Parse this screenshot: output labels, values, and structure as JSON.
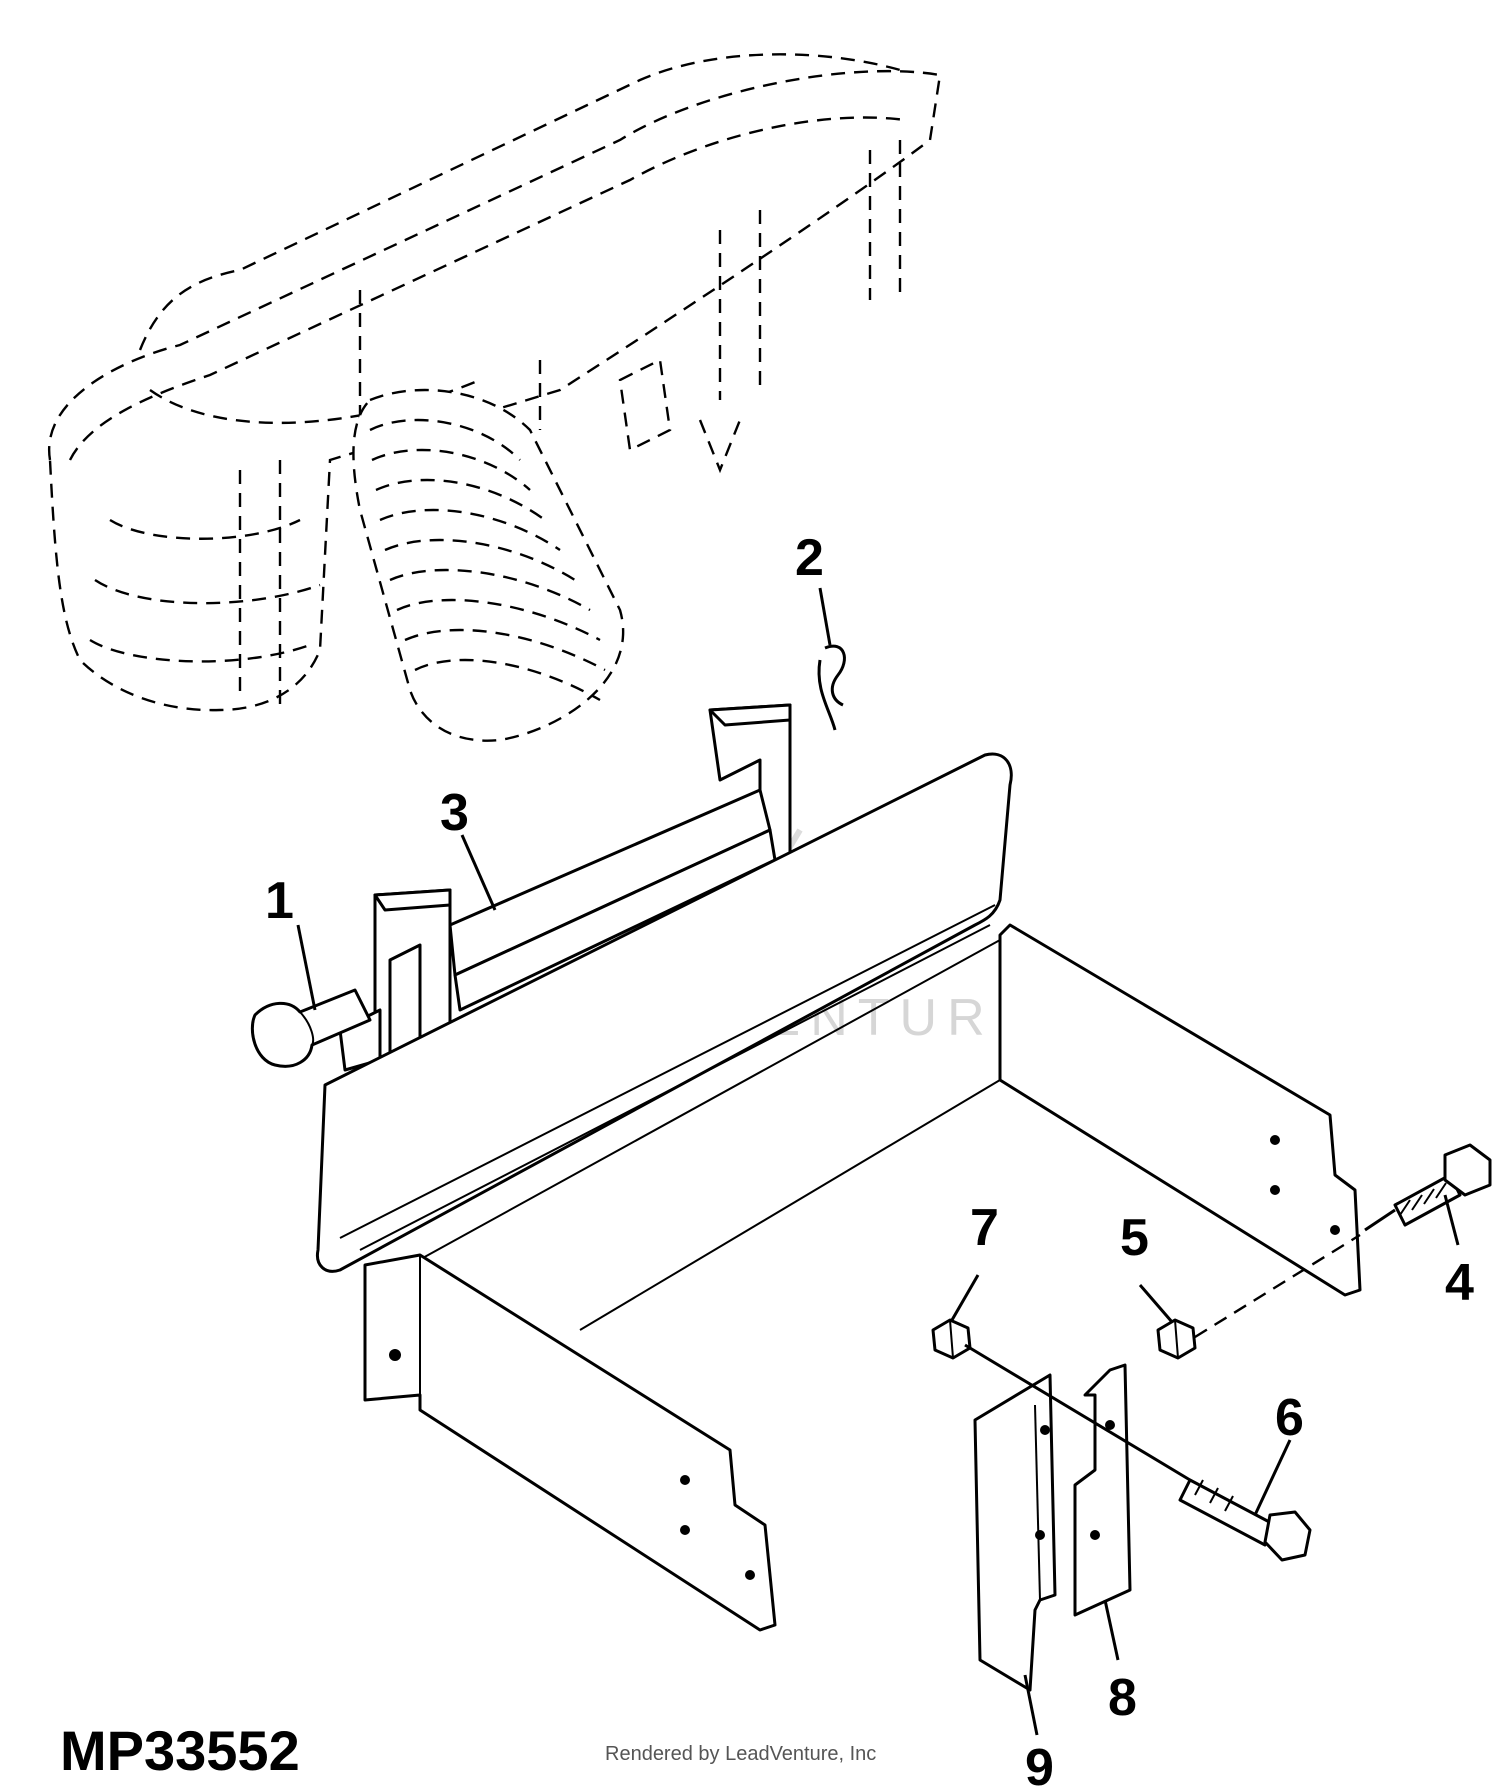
{
  "diagram": {
    "callouts": [
      {
        "id": "1",
        "label": "1"
      },
      {
        "id": "2",
        "label": "2"
      },
      {
        "id": "3",
        "label": "3"
      },
      {
        "id": "4",
        "label": "4"
      },
      {
        "id": "5",
        "label": "5"
      },
      {
        "id": "6",
        "label": "6"
      },
      {
        "id": "7",
        "label": "7"
      },
      {
        "id": "8",
        "label": "8"
      },
      {
        "id": "9",
        "label": "9"
      }
    ],
    "figure_id": "MP33552",
    "credit": "Rendered by LeadVenture, Inc",
    "watermark": "LEADVENTURE"
  }
}
